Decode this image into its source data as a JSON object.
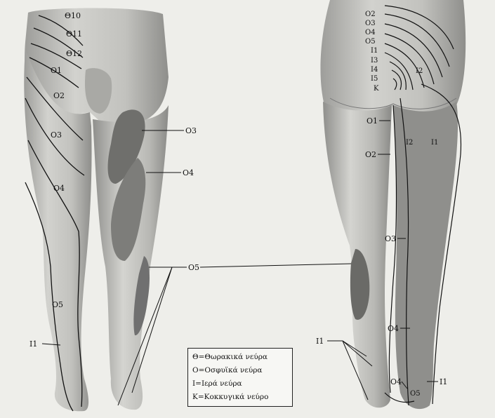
{
  "labels": {
    "front_thoracic": [
      "Θ10",
      "Θ11",
      "Θ12"
    ],
    "front_lumbar": [
      "O1",
      "O2",
      "O3",
      "O4",
      "O5"
    ],
    "front_sacral": [
      "I1"
    ],
    "front_right_leg": [
      "O3",
      "O4",
      "O5"
    ],
    "back_spine": [
      "O2",
      "O3",
      "O4",
      "O5",
      "I1",
      "I3",
      "I4",
      "I5",
      "K"
    ],
    "back_inner": [
      "I2",
      "I2",
      "I1"
    ],
    "back_leg": [
      "O1",
      "O2",
      "O3",
      "O4"
    ],
    "back_foot": [
      "O4",
      "I1",
      "O5"
    ],
    "back_sacral_left": "I1"
  },
  "legend": {
    "items": [
      "Θ=Θωρακικά νεύρα",
      "O=Οσφυϊκά νεύρα",
      "I=Ιερά νεύρα",
      "K=Κοκκυγικά νεύρο"
    ]
  },
  "colors": {
    "paper": "#eeeeea",
    "skin": "#c9c9c5",
    "skin_dark": "#a3a3a0",
    "zone": "#6f6f6c",
    "line": "#111111"
  }
}
